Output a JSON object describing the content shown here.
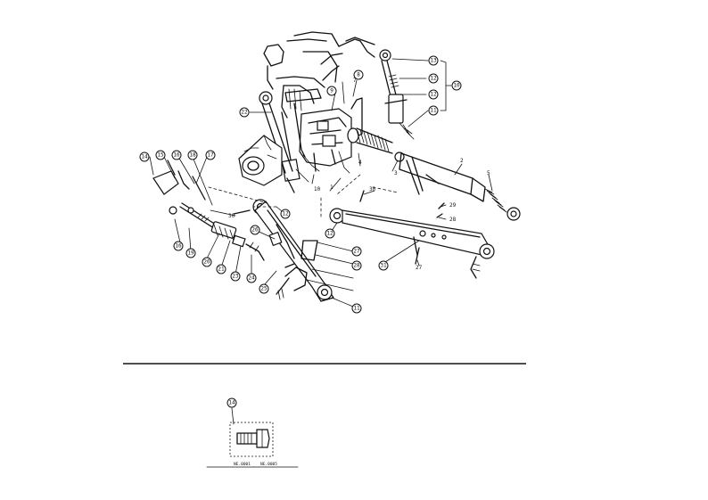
{
  "callouts": [
    {
      "id": "c1",
      "text": "13"
    },
    {
      "id": "c2",
      "text": "12"
    },
    {
      "id": "c3",
      "text": "12"
    },
    {
      "id": "c4",
      "text": "11"
    },
    {
      "id": "c5",
      "text": "10"
    },
    {
      "id": "c6",
      "text": "9"
    },
    {
      "id": "c7",
      "text": "8"
    },
    {
      "id": "c8",
      "text": "22"
    },
    {
      "id": "c9",
      "text": "14"
    },
    {
      "id": "c10",
      "text": "15"
    },
    {
      "id": "c11",
      "text": "16"
    },
    {
      "id": "c12",
      "text": "18"
    },
    {
      "id": "c13",
      "text": "17"
    },
    {
      "id": "c14",
      "text": "16"
    },
    {
      "id": "c15",
      "text": "19"
    },
    {
      "id": "c16",
      "text": "20"
    },
    {
      "id": "c17",
      "text": "21"
    },
    {
      "id": "c18",
      "text": "23"
    },
    {
      "id": "c19",
      "text": "24"
    },
    {
      "id": "c20",
      "text": "25"
    },
    {
      "id": "c21",
      "text": "26"
    },
    {
      "id": "c22",
      "text": "12"
    },
    {
      "id": "c23",
      "text": "27"
    },
    {
      "id": "c24",
      "text": "28"
    },
    {
      "id": "c25",
      "text": "11"
    },
    {
      "id": "c26",
      "text": "12"
    },
    {
      "id": "c27",
      "text": "31"
    },
    {
      "id": "c28",
      "text": "14"
    }
  ],
  "labels": [
    {
      "id": "n1",
      "text": "7"
    },
    {
      "id": "n2",
      "text": "4"
    },
    {
      "id": "n3",
      "text": "3"
    },
    {
      "id": "n4",
      "text": "2"
    },
    {
      "id": "n5",
      "text": "5"
    },
    {
      "id": "n6",
      "text": "1"
    },
    {
      "id": "n7",
      "text": "10"
    },
    {
      "id": "n8",
      "text": "30"
    },
    {
      "id": "n9",
      "text": "30"
    },
    {
      "id": "n10",
      "text": "29"
    },
    {
      "id": "n11",
      "text": "28"
    },
    {
      "id": "n12",
      "text": "27"
    }
  ],
  "inset_caption": {
    "left": "NE.0001",
    "right": "NE.0005"
  }
}
